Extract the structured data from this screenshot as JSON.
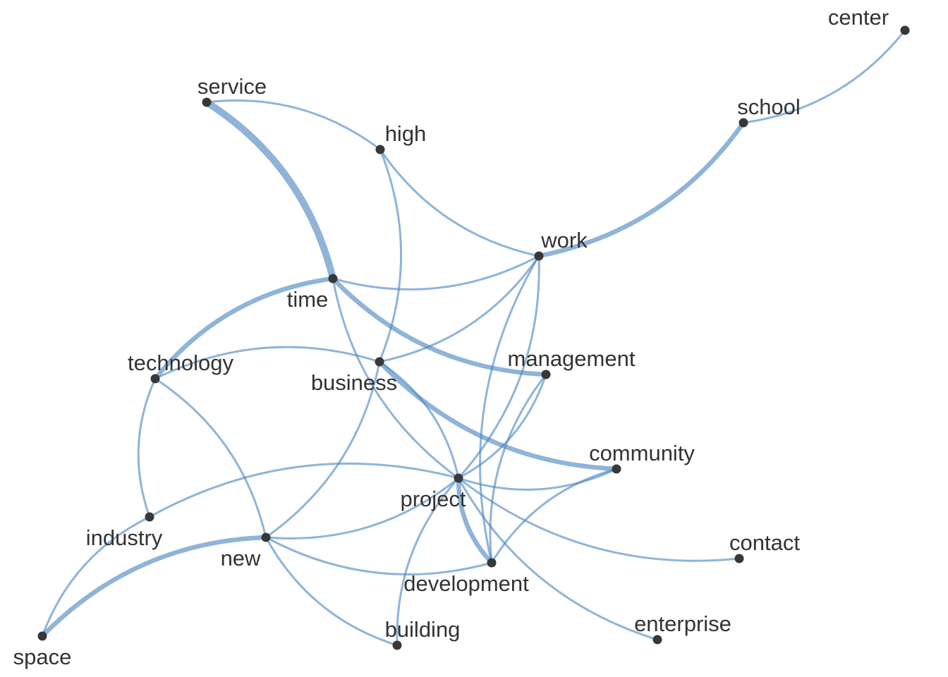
{
  "graph": {
    "edge_color": "#4a86c0",
    "node_color": "#383838",
    "nodes": [
      "center",
      "school",
      "service",
      "high",
      "work",
      "time",
      "technology",
      "business",
      "management",
      "community",
      "project",
      "industry",
      "new",
      "development",
      "contact",
      "enterprise",
      "building",
      "space"
    ],
    "edges": [
      {
        "source": "center",
        "target": "school",
        "weight": 1
      },
      {
        "source": "school",
        "target": "work",
        "weight": 2
      },
      {
        "source": "service",
        "target": "time",
        "weight": 3
      },
      {
        "source": "service",
        "target": "high",
        "weight": 1
      },
      {
        "source": "work",
        "target": "high",
        "weight": 1
      },
      {
        "source": "high",
        "target": "business",
        "weight": 1
      },
      {
        "source": "work",
        "target": "time",
        "weight": 1
      },
      {
        "source": "management",
        "target": "time",
        "weight": 2
      },
      {
        "source": "technology",
        "target": "time",
        "weight": 2
      },
      {
        "source": "project",
        "target": "time",
        "weight": 1
      },
      {
        "source": "work",
        "target": "business",
        "weight": 1
      },
      {
        "source": "work",
        "target": "project",
        "weight": 1
      },
      {
        "source": "development",
        "target": "work",
        "weight": 1
      },
      {
        "source": "technology",
        "target": "business",
        "weight": 1
      },
      {
        "source": "industry",
        "target": "technology",
        "weight": 1
      },
      {
        "source": "technology",
        "target": "new",
        "weight": 1
      },
      {
        "source": "community",
        "target": "business",
        "weight": 2
      },
      {
        "source": "business",
        "target": "project",
        "weight": 1
      },
      {
        "source": "business",
        "target": "new",
        "weight": 1
      },
      {
        "source": "management",
        "target": "project",
        "weight": 1
      },
      {
        "source": "development",
        "target": "management",
        "weight": 1
      },
      {
        "source": "community",
        "target": "project",
        "weight": 1
      },
      {
        "source": "development",
        "target": "community",
        "weight": 1
      },
      {
        "source": "industry",
        "target": "project",
        "weight": 1
      },
      {
        "source": "space",
        "target": "industry",
        "weight": 1
      },
      {
        "source": "space",
        "target": "new",
        "weight": 2
      },
      {
        "source": "project",
        "target": "new",
        "weight": 1
      },
      {
        "source": "development",
        "target": "new",
        "weight": 1
      },
      {
        "source": "building",
        "target": "new",
        "weight": 1
      },
      {
        "source": "development",
        "target": "project",
        "weight": 2
      },
      {
        "source": "building",
        "target": "project",
        "weight": 1
      },
      {
        "source": "contact",
        "target": "project",
        "weight": 1
      },
      {
        "source": "enterprise",
        "target": "project",
        "weight": 1
      }
    ]
  }
}
